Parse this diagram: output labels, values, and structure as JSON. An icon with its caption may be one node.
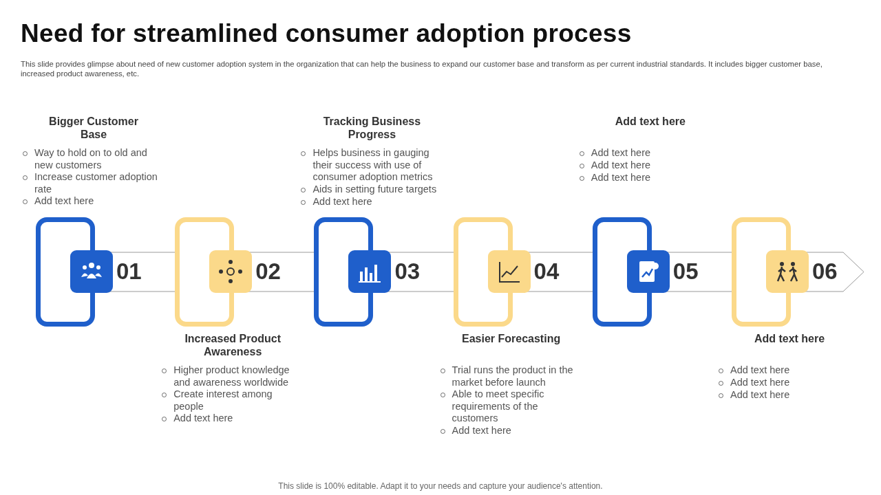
{
  "diagram": {
    "title": "Need for streamlined consumer adoption process",
    "caption": "This slide is 100% editable. Adapt it to your needs and capture your audience's attention.",
    "labels": [
      "This slide provides glimpse about need of new customer adoption system in the organization that can help the business to expand our customer base and transform as per current industrial standards. It includes bigger customer base, increased product awareness, etc."
    ],
    "nodes": [
      {
        "text": [
          "01",
          "Bigger Customer Base",
          "Way to hold on to old and new customers",
          "Increase customer adoption rate",
          "Add text here"
        ]
      },
      {
        "text": [
          "02",
          "Increased Product Awareness",
          "Higher product knowledge and awareness worldwide",
          "Create interest among people",
          "Add text here"
        ]
      },
      {
        "text": [
          "03",
          "Tracking Business Progress",
          "Helps business in gauging their success with use of consumer adoption metrics",
          "Aids in setting future targets",
          "Add text here"
        ]
      },
      {
        "text": [
          "04",
          "Easier Forecasting",
          "Trial runs the product in the market before launch",
          "Able to meet specific requirements of the customers",
          "Add text here"
        ]
      },
      {
        "text": [
          "05",
          "Add text here",
          "Add text here",
          "Add text here",
          "Add text here"
        ]
      },
      {
        "text": [
          "06",
          "Add text here",
          "Add text here",
          "Add text here",
          "Add text here"
        ]
      }
    ]
  }
}
